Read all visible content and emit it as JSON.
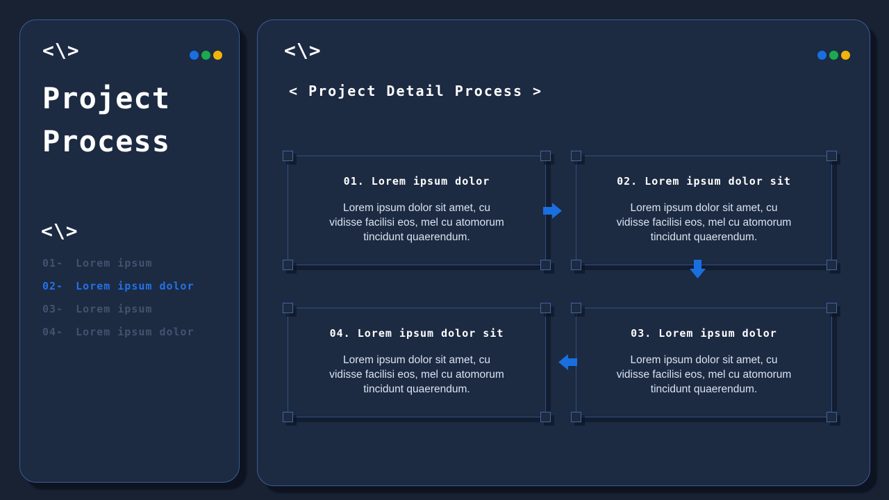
{
  "colors": {
    "background": "#182232",
    "panel": "#1c2a42",
    "panel_border": "#3c5d94",
    "card_border": "#33517f",
    "accent_blue": "#1a6fe0",
    "active_item_blue": "#2273e9",
    "muted_item": "#43536f",
    "dot_blue": "#1a6fe0",
    "dot_green": "#1ca94f",
    "dot_yellow": "#f1b40a",
    "text_white": "#ffffff",
    "text_body": "#dbe3f0"
  },
  "sidebar": {
    "logo": "<\\>",
    "title_line1": "Project",
    "title_line2": "Process",
    "section_icon": "<\\>",
    "items": [
      {
        "num": "01-",
        "label": "Lorem ipsum",
        "active": false
      },
      {
        "num": "02-",
        "label": "Lorem ipsum dolor",
        "active": true
      },
      {
        "num": "03-",
        "label": "Lorem ipsum",
        "active": false
      },
      {
        "num": "04-",
        "label": "Lorem ipsum dolor",
        "active": false
      }
    ]
  },
  "main": {
    "logo": "<\\>",
    "heading": "< Project Detail Process >",
    "cards": [
      {
        "title": "01. Lorem ipsum dolor",
        "body_lines": [
          "Lorem ipsum dolor sit amet, cu",
          "vidisse facilisi eos, mel cu atomorum",
          "tincidunt quaerendum."
        ]
      },
      {
        "title": "02. Lorem ipsum dolor sit",
        "body_lines": [
          "Lorem ipsum dolor sit amet, cu",
          "vidisse facilisi eos, mel cu atomorum",
          "tincidunt quaerendum."
        ]
      },
      {
        "title": "04. Lorem ipsum dolor sit",
        "body_lines": [
          "Lorem ipsum dolor sit amet, cu",
          "vidisse facilisi eos, mel cu atomorum",
          "tincidunt quaerendum."
        ]
      },
      {
        "title": "03. Lorem ipsum dolor",
        "body_lines": [
          "Lorem ipsum dolor sit amet, cu",
          "vidisse facilisi eos, mel cu atomorum",
          "tincidunt quaerendum."
        ]
      }
    ],
    "flow_arrows": [
      "right",
      "down",
      "left"
    ]
  }
}
